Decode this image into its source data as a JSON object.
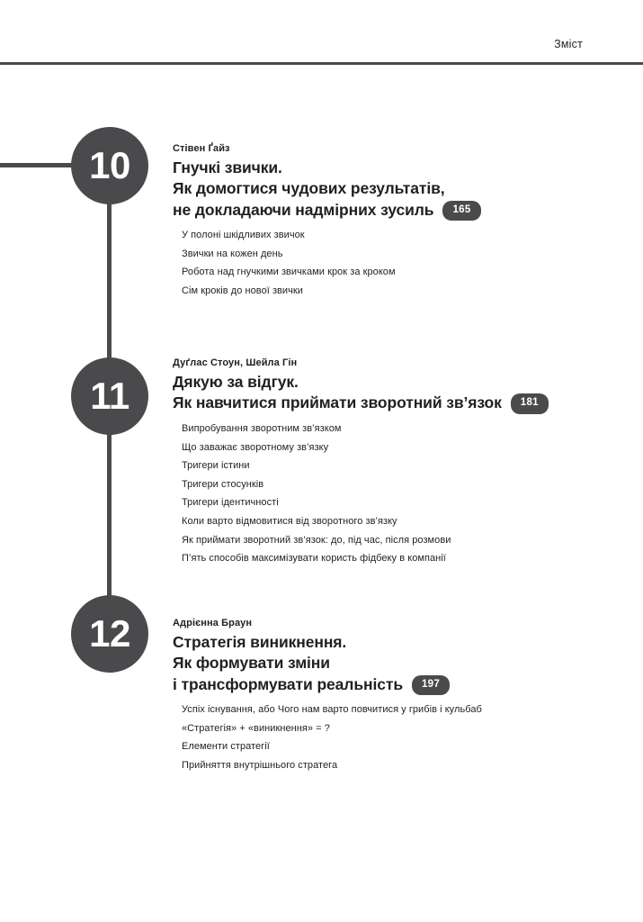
{
  "header": {
    "title": "Зміст"
  },
  "colors": {
    "accent": "#4a4a4d",
    "text": "#231f20",
    "badge_text": "#ffffff",
    "page_background": "#ffffff"
  },
  "chapters": [
    {
      "number": "10",
      "author": "Стівен Ґайз",
      "title_lines": [
        "Гнучкі звички.",
        "Як домогтися чудових результатів,",
        "не докладаючи надмірних зусиль"
      ],
      "page": "165",
      "sections": [
        "У полоні шкідливих звичок",
        "Звички на кожен день",
        "Робота над гнучкими звичками крок за кроком",
        "Сім кроків до нової звички"
      ]
    },
    {
      "number": "11",
      "author": "Дуґлас Стоун, Шейла Гін",
      "title_lines": [
        "Дякую за відгук.",
        "Як навчитися приймати зворотний зв’язок"
      ],
      "page": "181",
      "sections": [
        "Випробування зворотним зв’язком",
        "Що заважає зворотному зв’язку",
        "Тригери істини",
        "Тригери стосунків",
        "Тригери ідентичності",
        "Коли варто відмовитися від зворотного зв’язку",
        "Як приймати зворотний зв’язок: до, під час, після розмови",
        "П’ять способів максимізувати користь фідбеку в компанії"
      ]
    },
    {
      "number": "12",
      "author": "Адрієнна Браун",
      "title_lines": [
        "Стратегія виникнення.",
        "Як формувати зміни",
        "і трансформувати реальність"
      ],
      "page": "197",
      "sections": [
        "Успіх існування, або Чого нам варто повчитися у грибів і кульбаб",
        "«Стратегія» + «виникнення» = ?",
        "Елементи стратегії",
        "Прийняття внутрішнього стратега"
      ]
    }
  ]
}
